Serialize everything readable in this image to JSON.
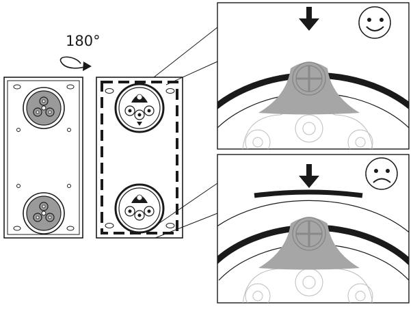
{
  "rotation_label": "180°",
  "icons": {
    "rotate_arrow": "curved-rotate-arrow",
    "correct": "smiley-face",
    "incorrect": "frowning-face",
    "press": "down-arrow"
  },
  "colors": {
    "outline": "#1a1a1a",
    "panel_fill": "#ffffff",
    "socket_grey": "#9a9a9a",
    "socket_light": "#c8c8c8",
    "key_grey": "#a6a6a6",
    "faint_line": "#bdbdbd"
  }
}
